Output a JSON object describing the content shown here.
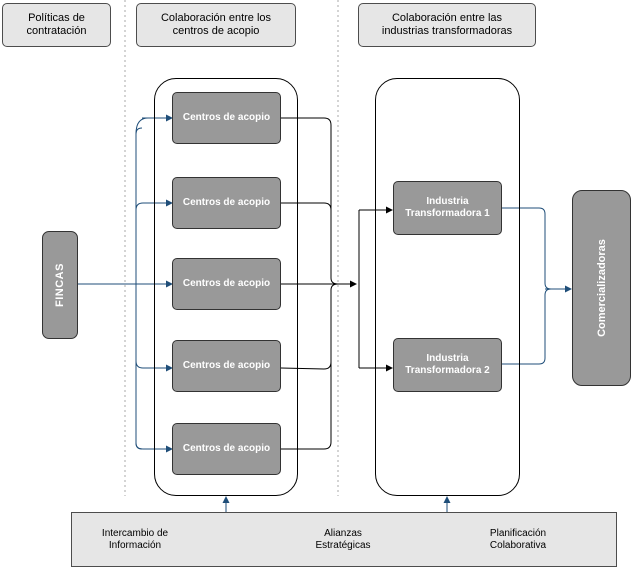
{
  "headers": {
    "policies": "Políticas de contratación",
    "collection_centers": "Colaboración entre los centros de acopio",
    "industries": "Colaboración entre las industrias transformadoras"
  },
  "source": "FINCAS",
  "collection_centers": [
    "Centros de acopio",
    "Centros de acopio",
    "Centros de acopio",
    "Centros de acopio",
    "Centros de acopio"
  ],
  "industries": [
    "Industria Transformadora 1",
    "Industria Transformadora 2"
  ],
  "sink": "Comercializadoras",
  "bottom_bar": {
    "info": "Intercambio de Información",
    "alliances": "Alianzas Estratégicas",
    "planning": "Planificación Colaborativa"
  },
  "colors": {
    "node_fill": "#999999",
    "header_fill": "#e6e6e6",
    "link_blue": "#1f4e79",
    "link_black": "#000000"
  }
}
